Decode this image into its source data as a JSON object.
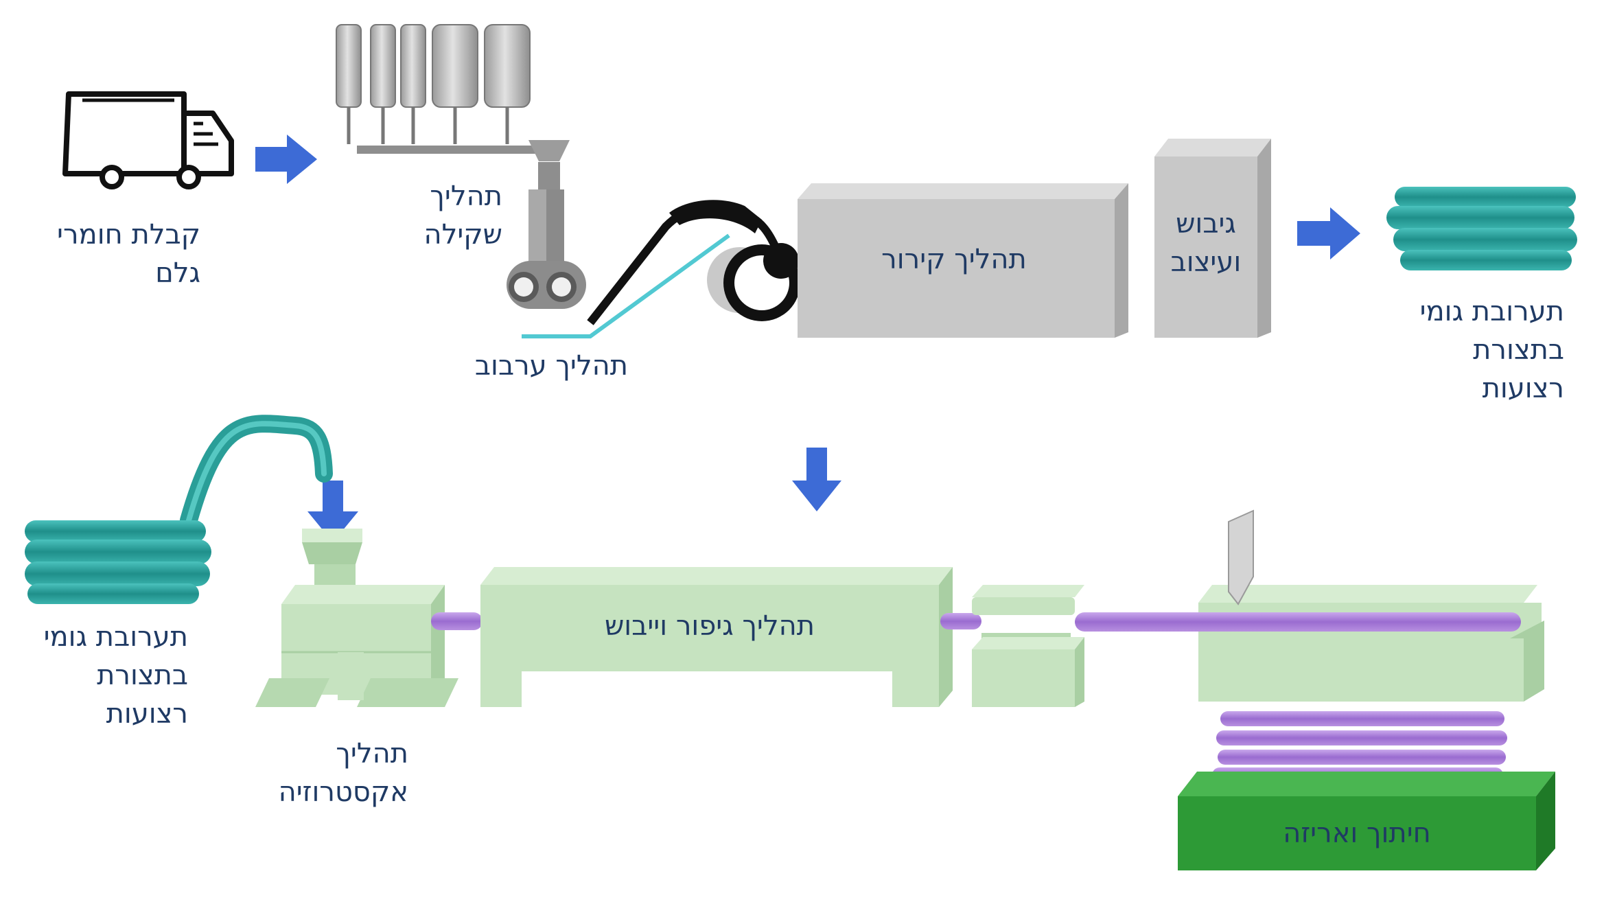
{
  "labels": {
    "raw_materials": [
      "קבלת חומרי",
      "גלם"
    ],
    "weighing": [
      "תהליך",
      "שקילה"
    ],
    "mixing": "תהליך ערבוב",
    "cooling": "תהליך קירור",
    "solidify_shape": [
      "גיבוש",
      "ועיצוב"
    ],
    "strips_output": [
      "תערובת גומי",
      "בתצורת",
      "רצועות"
    ],
    "strips_input": [
      "תערובת גומי",
      "בתצורת",
      "רצועות"
    ],
    "extrusion": [
      "תהליך",
      "אקסטרוזיה"
    ],
    "curing_drying": "תהליך גיפור וייבוש",
    "cutting_packing": "חיתוך ואריזה"
  },
  "colors": {
    "text": "#1f3a64",
    "arrow": "#3d6bd6",
    "machine_gray": "#c8c8c8",
    "machine_green": "#c6e3c0",
    "packing_green": "#2d9a36",
    "rubber_teal": "#2a9e98",
    "profile_purple": "#a87ed6"
  },
  "icons": [
    "truck-icon",
    "silo-icon",
    "roller-mill-icon",
    "conveyor-icon",
    "rubber-strips-icon",
    "extruder-icon",
    "cutter-blade-icon"
  ]
}
